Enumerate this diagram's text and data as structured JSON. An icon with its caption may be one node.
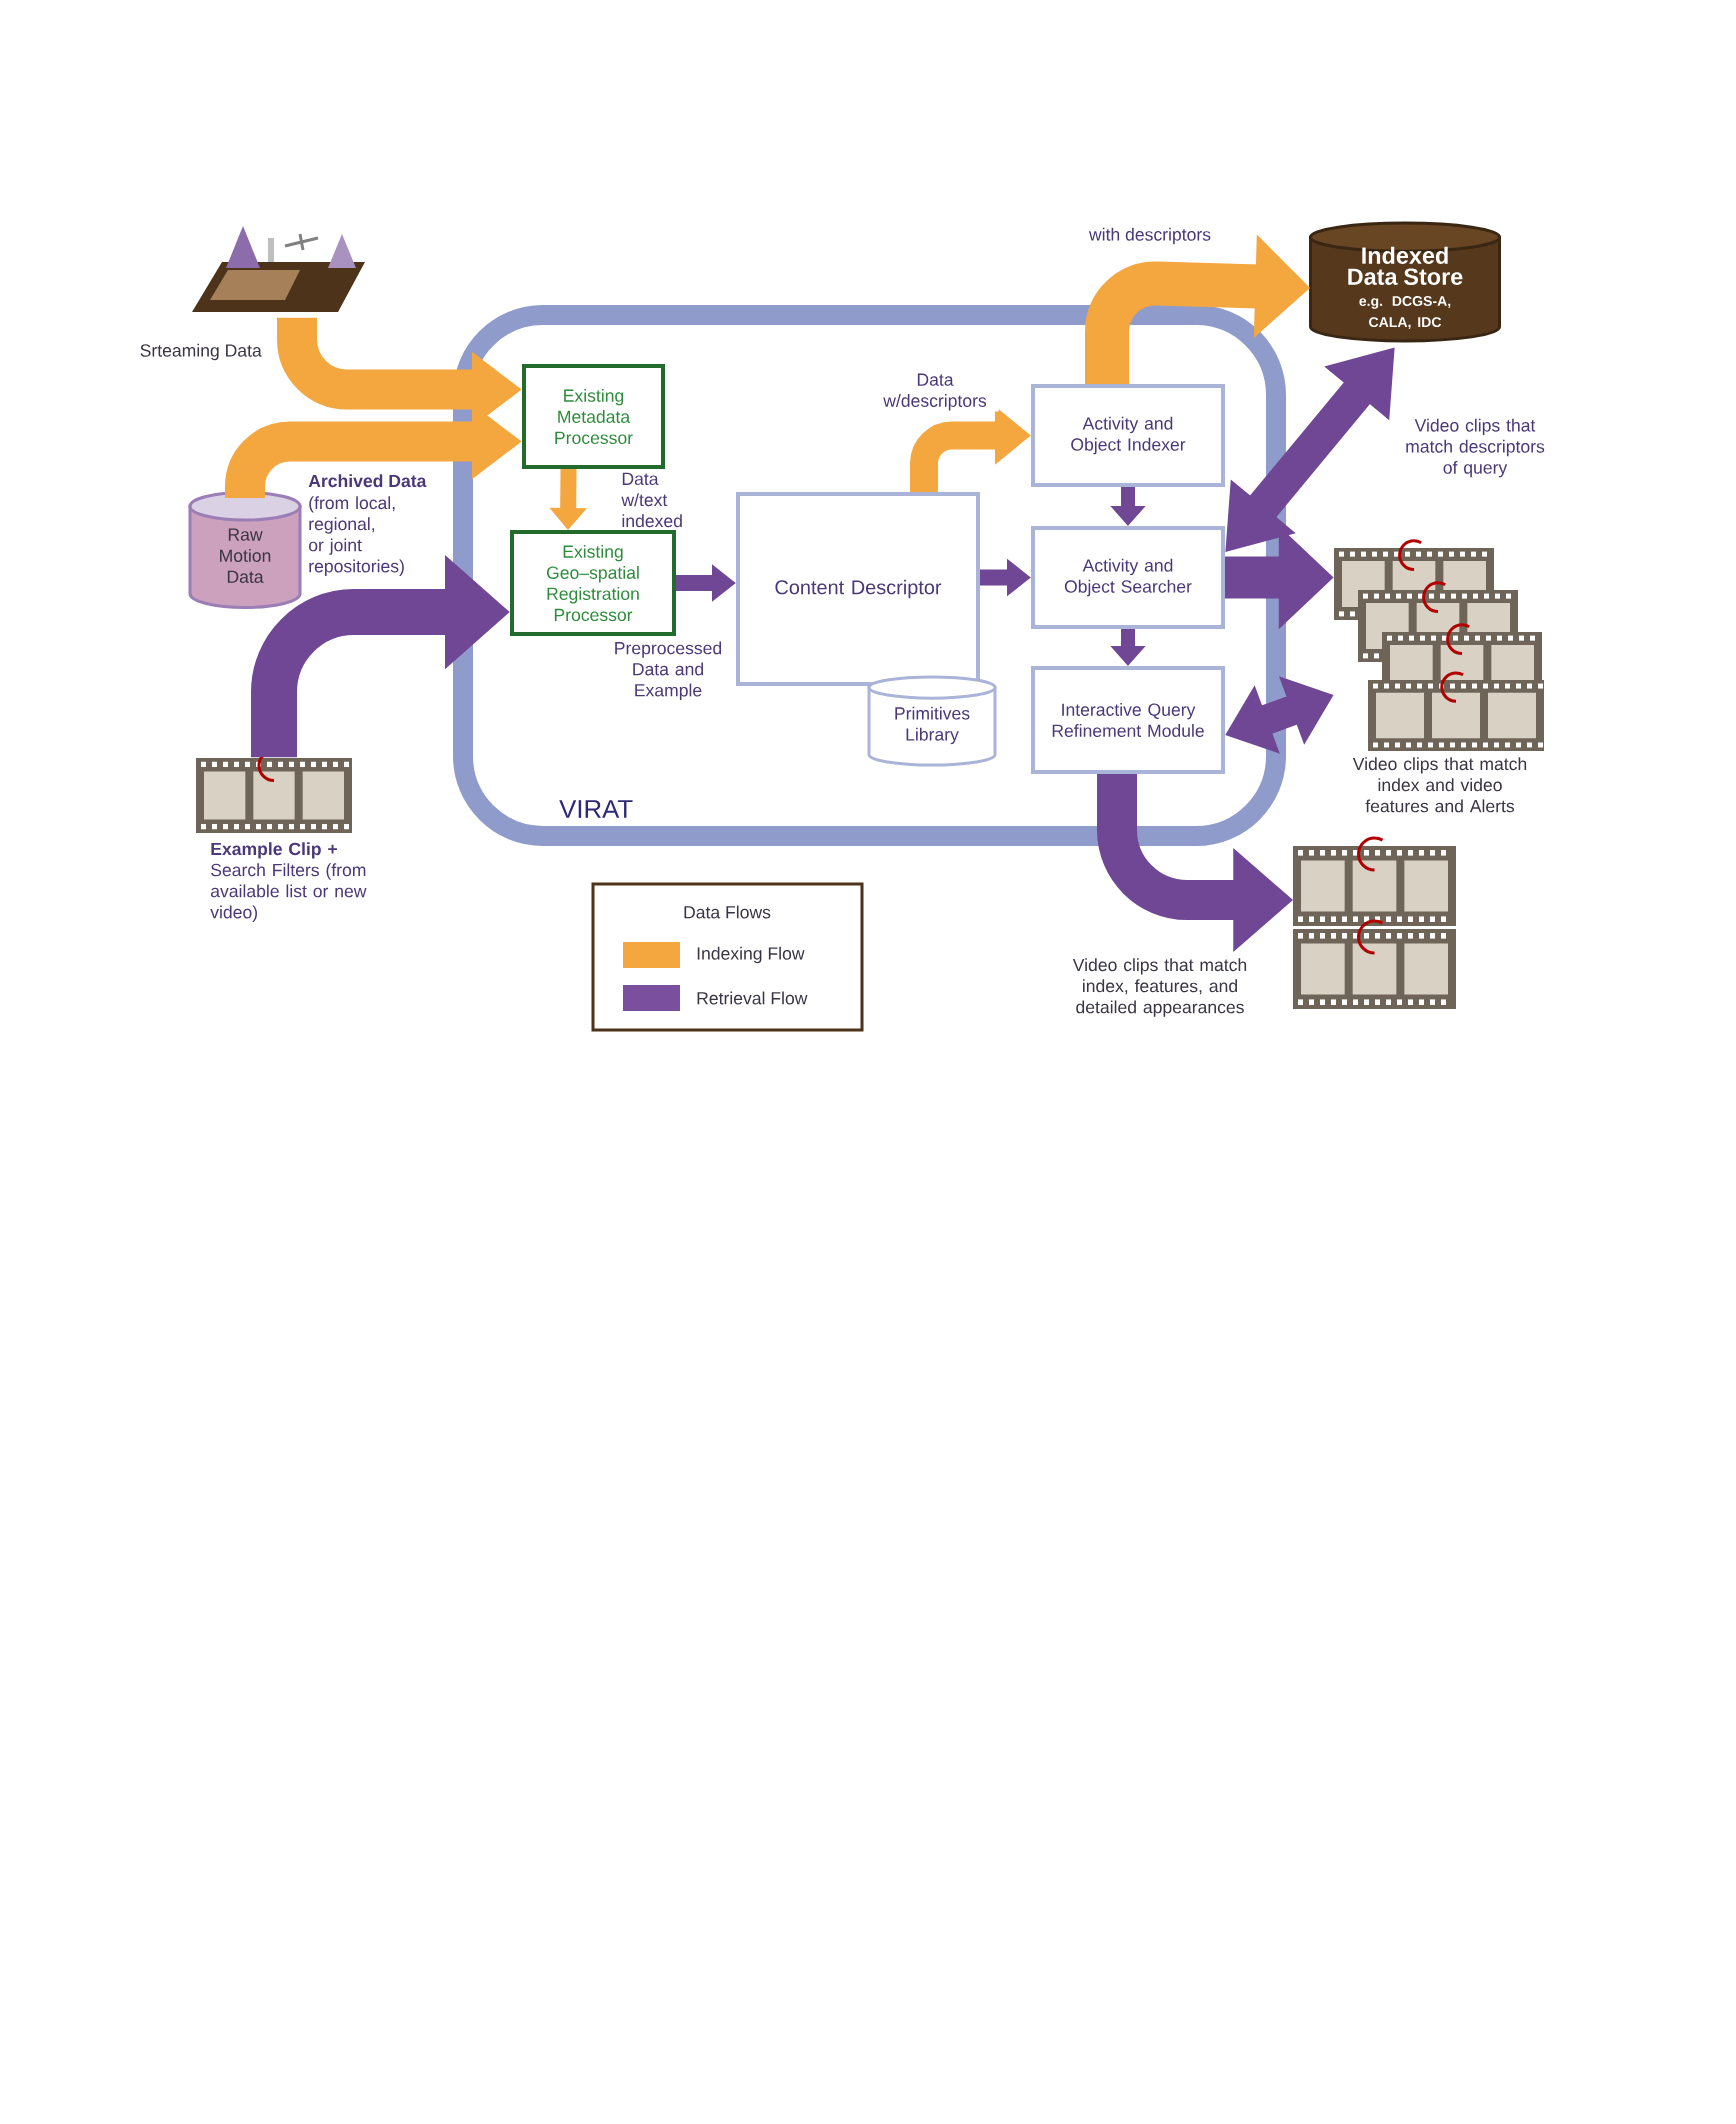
{
  "diagram": {
    "nodes": [
      {
        "text": [],
        "shape": "picture",
        "beside": [
          "Srteaming Data"
        ]
      },
      {
        "text": [
          "Raw Motion Data"
        ],
        "beside": [
          "Archived Data",
          "(from local, regional, or joint repositories)"
        ]
      },
      {
        "text": [],
        "shape": "picture",
        "beside": [
          "**Example Clip +** Search Filters (from available list or new video)"
        ]
      },
      {
        "text": [
          "VIRAT"
        ]
      },
      {
        "text": [
          "Existing Metadata Processor"
        ],
        "in": 3
      },
      {
        "text": [
          "Existing Geo–spatial Registration Processor"
        ],
        "in": 3
      },
      {
        "text": [
          "Content Descriptor"
        ],
        "in": 3
      },
      {
        "text": [
          "Primitives Library"
        ],
        "in": 3
      },
      {
        "text": [
          "Activity and Object Indexer"
        ],
        "in": 3
      },
      {
        "text": [
          "Activity and Object Searcher"
        ],
        "in": 3
      },
      {
        "text": [
          "Interactive Query Refinement Module"
        ],
        "in": 3
      },
      {
        "text": [
          "Indexed Data Store",
          "e.g. DCGS-A, CALA, IDC"
        ]
      },
      {
        "text": [],
        "shape": "picture",
        "beside": [
          "Video clips that match index and video features and Alerts"
        ]
      },
      {
        "text": [],
        "shape": "picture",
        "beside": [
          "Video clips that match index, features, and detailed appearances"
        ]
      }
    ],
    "edges": [
      {
        "from": 0,
        "to": 4,
        "arrow": "to",
        "color": "#f4a73e"
      },
      {
        "from": 1,
        "to": 4,
        "arrow": "to",
        "color": "#f4a73e"
      },
      {
        "from": 4,
        "to": 5,
        "arrow": "to",
        "color": "#f4a73e",
        "label": "Data w/text indexed"
      },
      {
        "from": 2,
        "to": 5,
        "arrow": "to"
      },
      {
        "from": 5,
        "to": 6,
        "arrow": "to",
        "label": "Preprocessed Data and Example"
      },
      {
        "from": 6,
        "to": 8,
        "arrow": "to",
        "color": "#f4a73e",
        "label": "Data w/descriptors"
      },
      {
        "from": 6,
        "to": 9,
        "arrow": "to"
      },
      {
        "from": 8,
        "to": 11,
        "arrow": "to",
        "color": "#f4a73e",
        "label": "with descriptors"
      },
      {
        "from": 8,
        "to": 9,
        "arrow": "to"
      },
      {
        "from": 11,
        "to": 9,
        "arrow": "both",
        "label": "Video clips that match descriptors of query"
      },
      {
        "from": 9,
        "to": 12,
        "arrow": "to"
      },
      {
        "from": 9,
        "to": 10,
        "arrow": "to"
      },
      {
        "from": 10,
        "to": 12,
        "arrow": "both"
      },
      {
        "from": 10,
        "to": 13,
        "arrow": "to"
      }
    ],
    "labels": [
      "Data Flows"
    ],
    "legend": [
      {
        "text": "Indexing Flow",
        "color": "#f4a73e"
      },
      {
        "text": "Retrieval Flow",
        "color": "#7a4f9e"
      }
    ]
  }
}
